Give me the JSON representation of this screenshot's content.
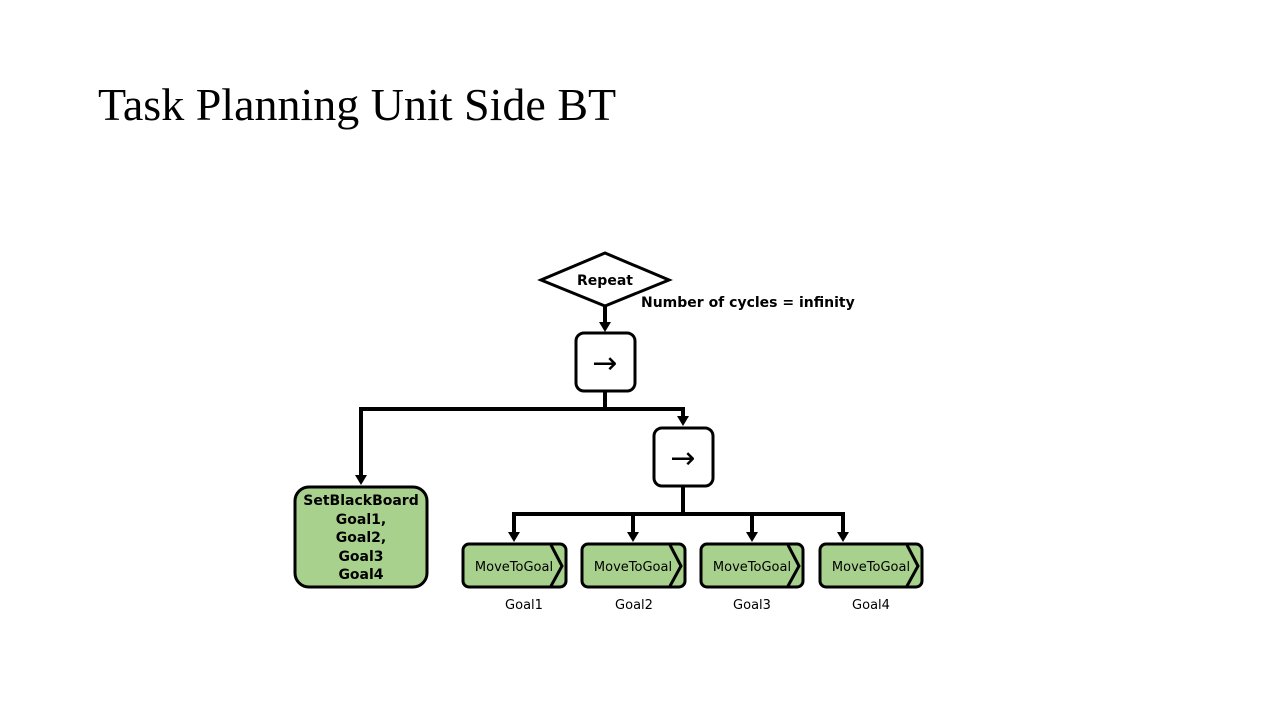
{
  "slide": {
    "title": "Task Planning Unit Side BT"
  },
  "tree": {
    "repeat_label": "Repeat",
    "repeat_param": "Number of cycles = infinity",
    "sequence_glyph": "→",
    "setblackboard": {
      "title": "SetBlackBoard",
      "lines": [
        "Goal1,",
        "Goal2,",
        "Goal3",
        "Goal4"
      ]
    },
    "actions": [
      {
        "label": "MoveToGoal",
        "param": "Goal1"
      },
      {
        "label": "MoveToGoal",
        "param": "Goal2"
      },
      {
        "label": "MoveToGoal",
        "param": "Goal3"
      },
      {
        "label": "MoveToGoal",
        "param": "Goal4"
      }
    ]
  },
  "colors": {
    "action_fill": "#a9d18e",
    "stroke": "#000000"
  }
}
